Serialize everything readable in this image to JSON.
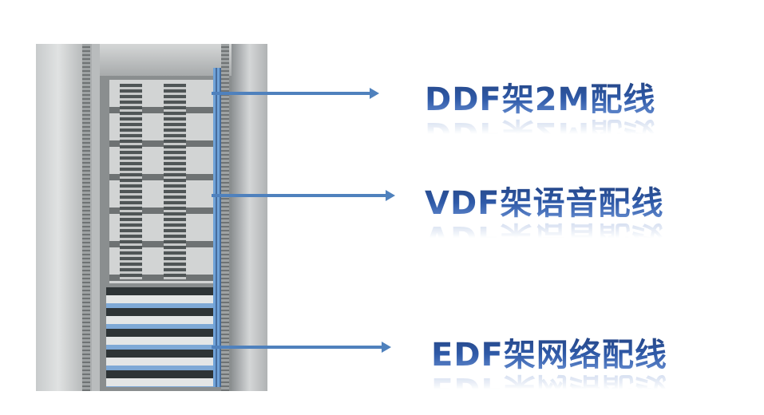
{
  "labels": {
    "ddf": "DDF架2M配线",
    "vdf": "VDF架语音配线",
    "edf": "EDF架网络配线"
  },
  "colors": {
    "arrow": "#4f81bd",
    "text_dark": "#203d78",
    "text_light": "#6f95d6"
  }
}
